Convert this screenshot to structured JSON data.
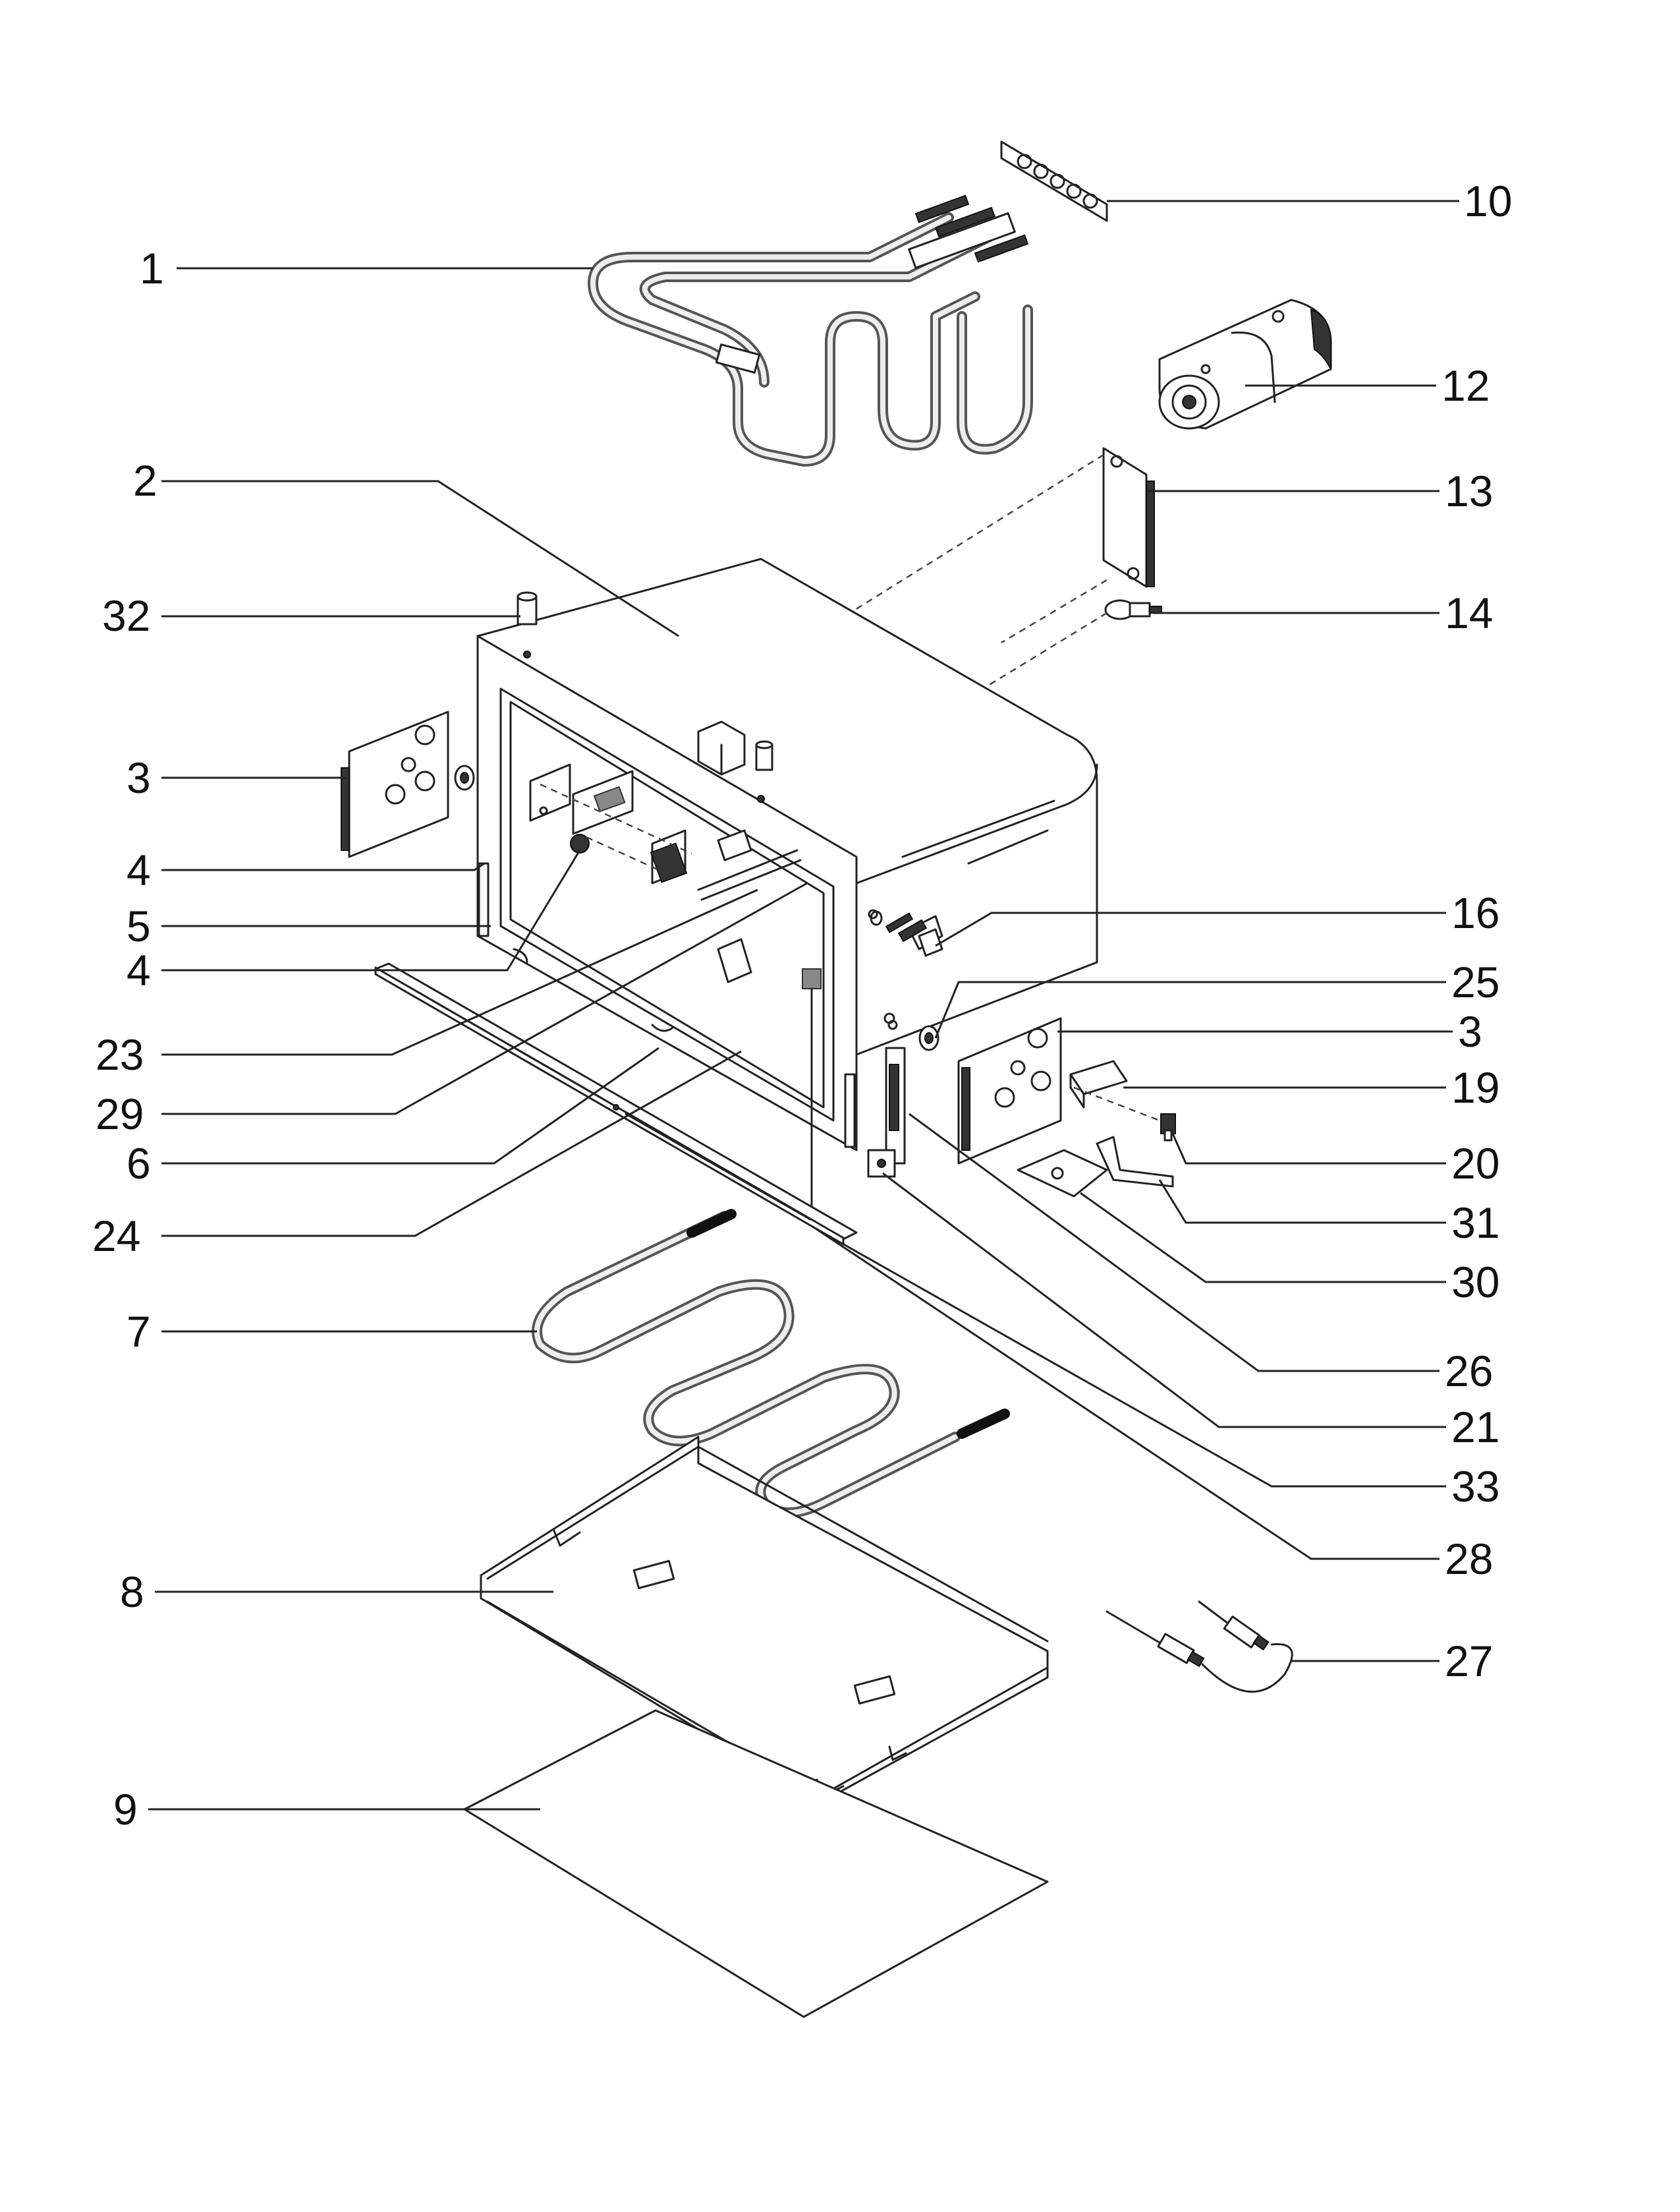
{
  "callouts": [
    {
      "id": "1",
      "label": "1"
    },
    {
      "id": "2",
      "label": "2"
    },
    {
      "id": "32",
      "label": "32"
    },
    {
      "id": "3L",
      "label": "3"
    },
    {
      "id": "4a",
      "label": "4"
    },
    {
      "id": "5",
      "label": "5"
    },
    {
      "id": "4b",
      "label": "4"
    },
    {
      "id": "23",
      "label": "23"
    },
    {
      "id": "29",
      "label": "29"
    },
    {
      "id": "6",
      "label": "6"
    },
    {
      "id": "24",
      "label": "24"
    },
    {
      "id": "7",
      "label": "7"
    },
    {
      "id": "8",
      "label": "8"
    },
    {
      "id": "9",
      "label": "9"
    },
    {
      "id": "10",
      "label": "10"
    },
    {
      "id": "12",
      "label": "12"
    },
    {
      "id": "13",
      "label": "13"
    },
    {
      "id": "14",
      "label": "14"
    },
    {
      "id": "16",
      "label": "16"
    },
    {
      "id": "25",
      "label": "25"
    },
    {
      "id": "3R",
      "label": "3"
    },
    {
      "id": "19",
      "label": "19"
    },
    {
      "id": "20",
      "label": "20"
    },
    {
      "id": "31",
      "label": "31"
    },
    {
      "id": "30",
      "label": "30"
    },
    {
      "id": "26",
      "label": "26"
    },
    {
      "id": "21",
      "label": "21"
    },
    {
      "id": "33",
      "label": "33"
    },
    {
      "id": "28",
      "label": "28"
    },
    {
      "id": "27",
      "label": "27"
    }
  ]
}
